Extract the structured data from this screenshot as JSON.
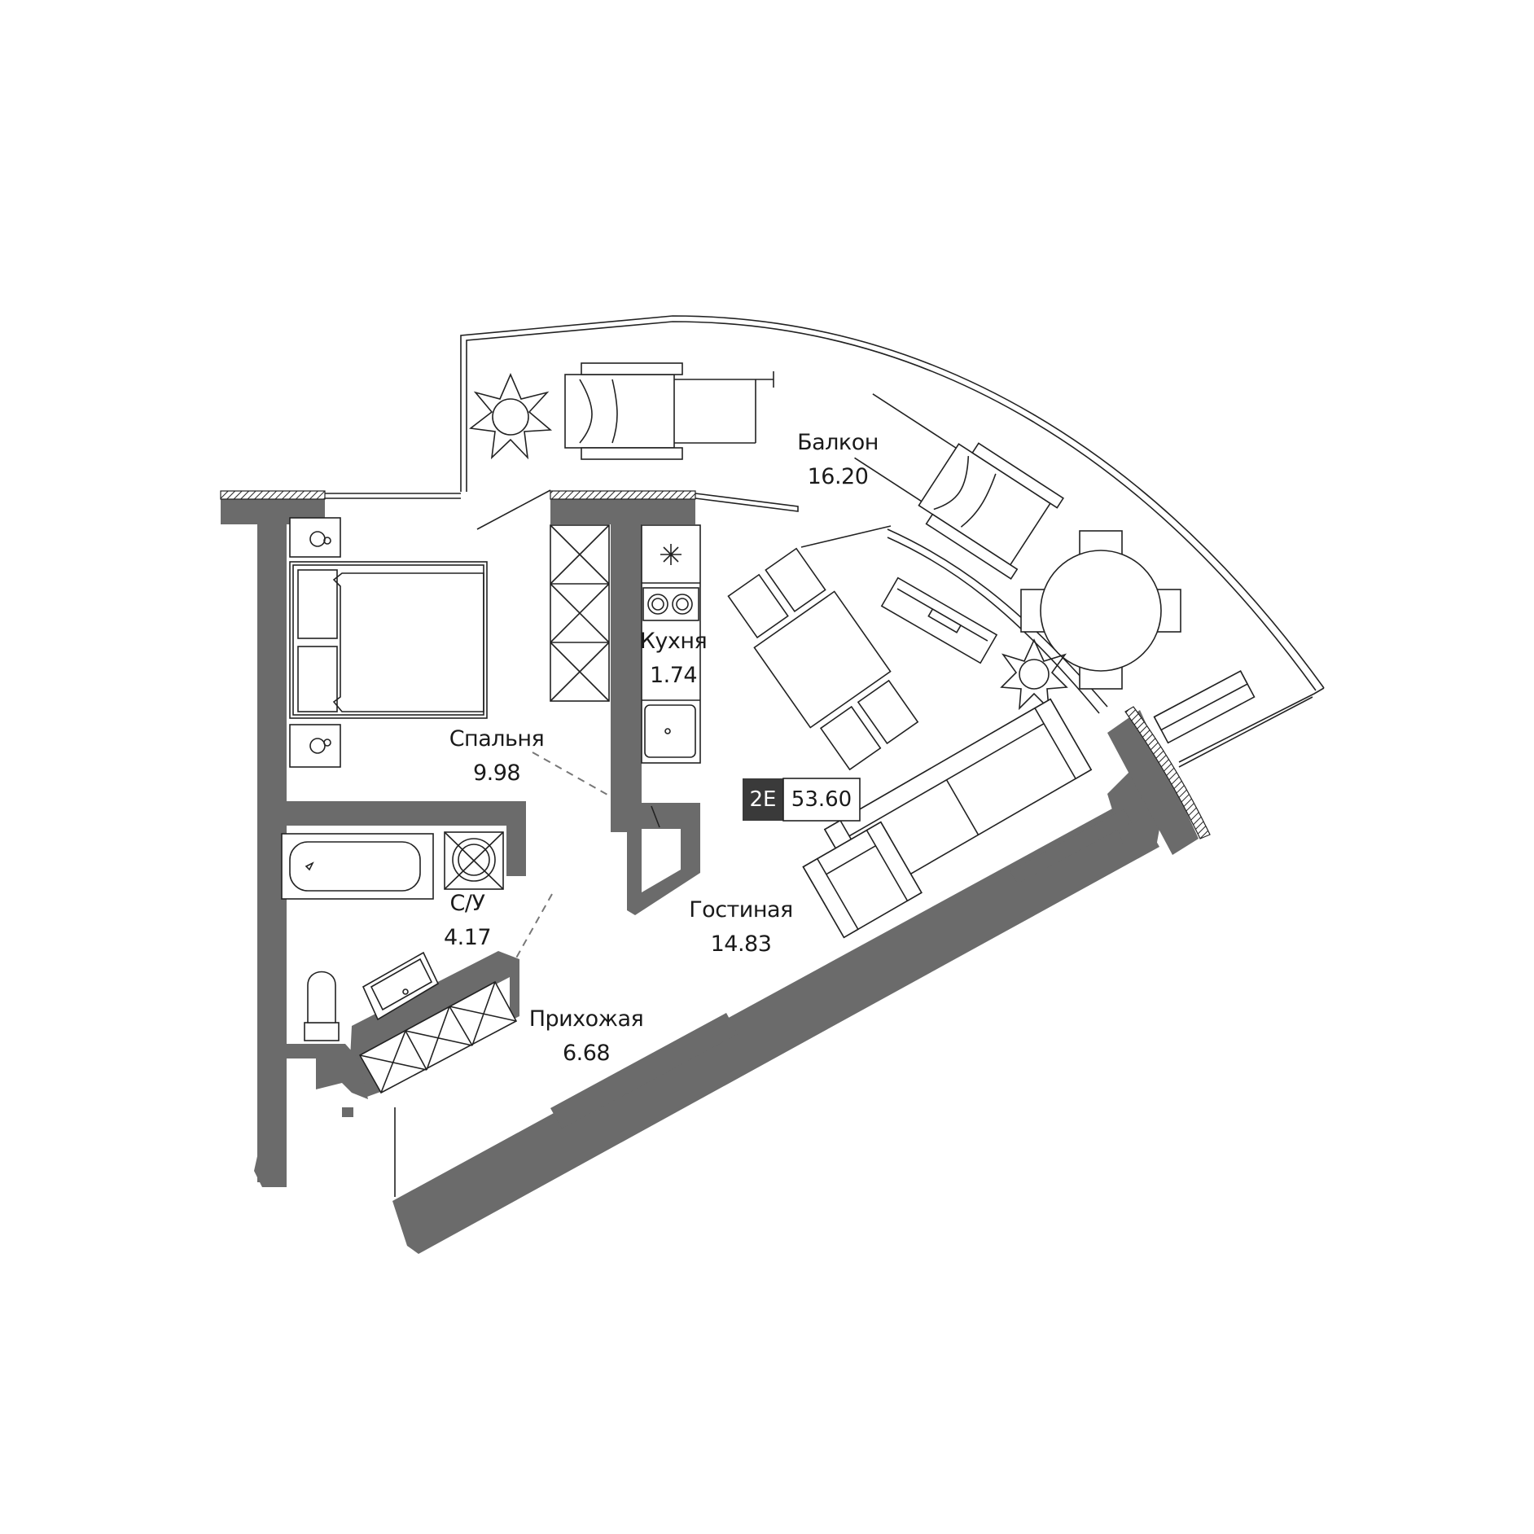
{
  "rooms": {
    "balcony": {
      "name": "Балкон",
      "area": "16.20"
    },
    "kitchen": {
      "name": "Кухня",
      "area": "1.74"
    },
    "bedroom": {
      "name": "Спальня",
      "area": "9.98"
    },
    "bathroom": {
      "name": "С/У",
      "area": "4.17"
    },
    "living": {
      "name": "Гостиная",
      "area": "14.83"
    },
    "hallway": {
      "name": "Прихожая",
      "area": "6.68"
    }
  },
  "apartment": {
    "type": "2Е",
    "total_area": "53.60"
  },
  "colors": {
    "wall": "#6b6b6b",
    "line": "#222222",
    "badge_dark": "#3a3a3a"
  }
}
